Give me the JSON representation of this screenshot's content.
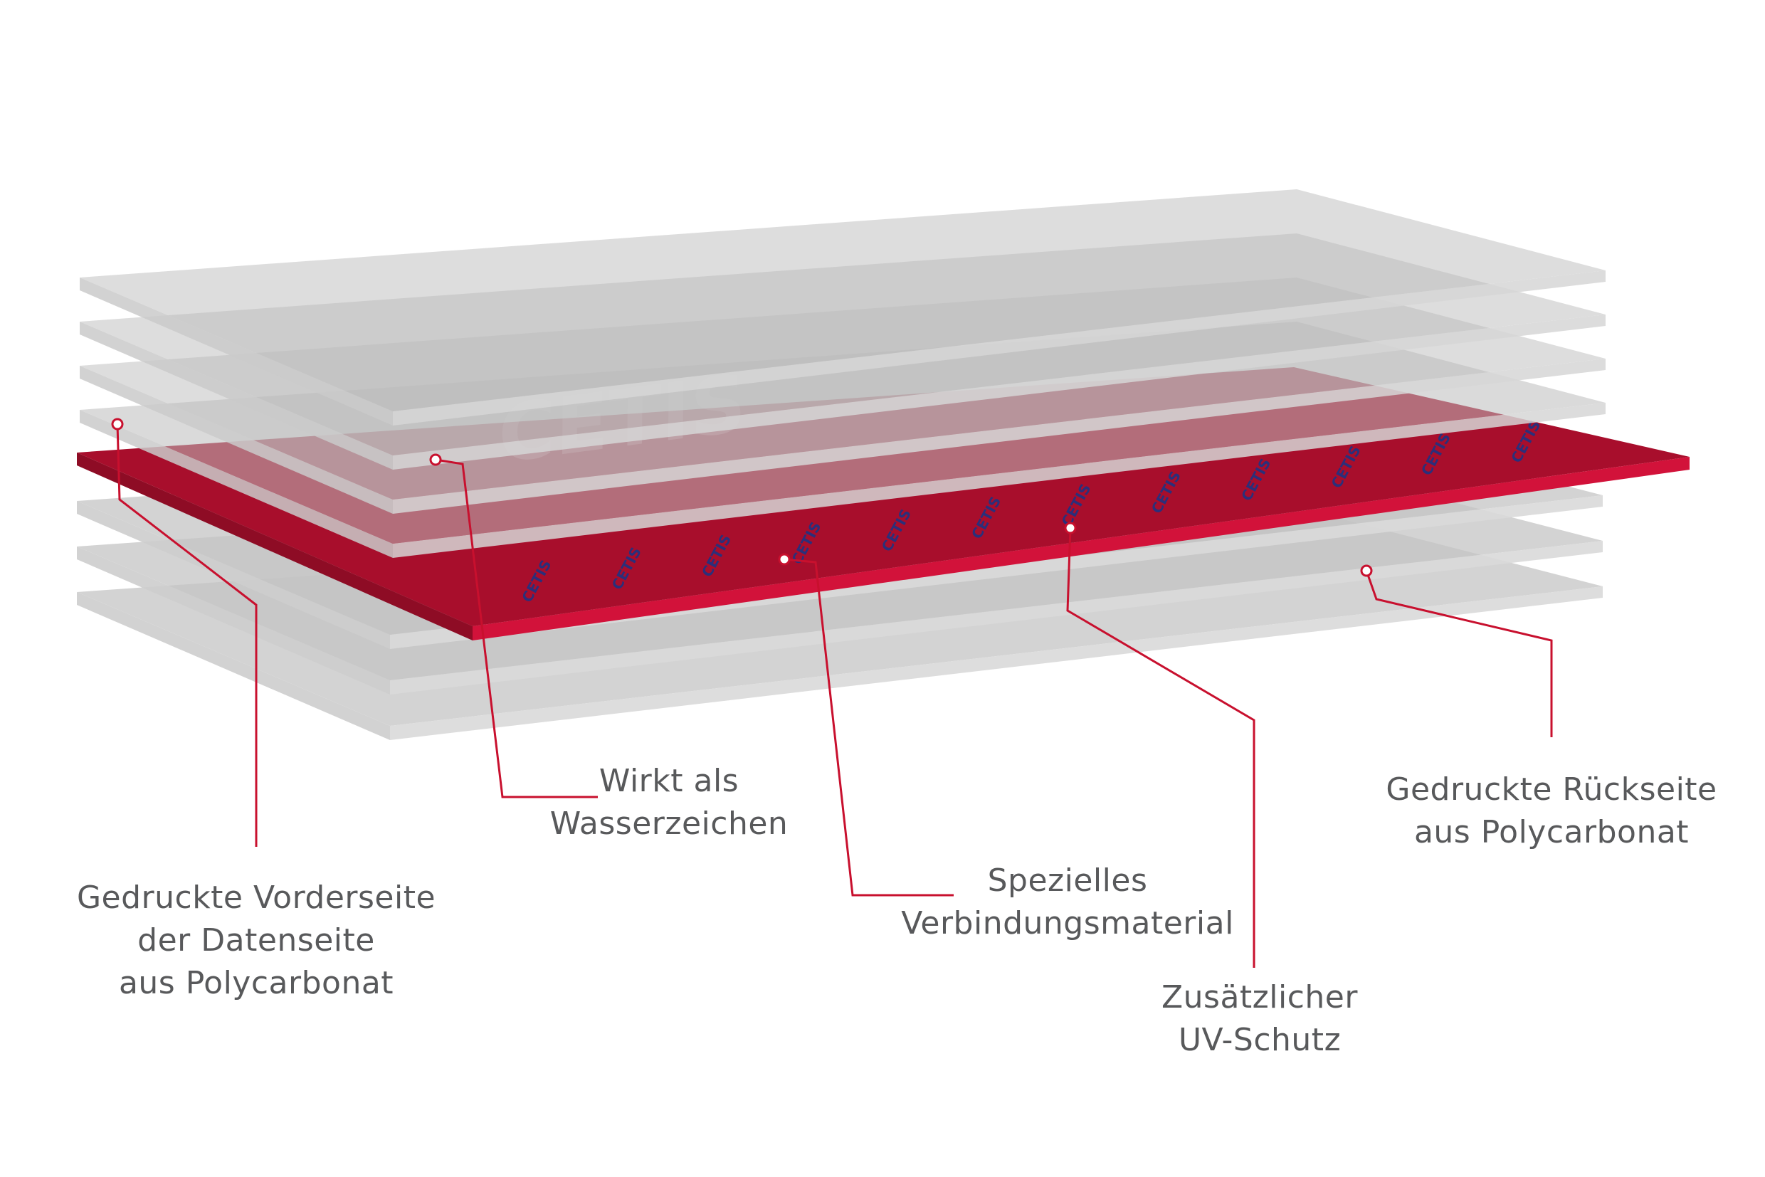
{
  "diagram": {
    "core_marking": "CETIS",
    "watermark_text": "CETIS",
    "colors": {
      "red_layer_top": "#a80e2c",
      "red_layer_front": "#d2123a",
      "grey_layer": "#bebebe",
      "leader_line": "#c8102e",
      "label_text": "#58595b",
      "marking_text": "#2b2f7a"
    }
  },
  "labels": {
    "front": {
      "line1": "Gedruckte Vorderseite",
      "line2": "der Datenseite",
      "line3": "aus Polycarbonat"
    },
    "watermark": {
      "line1": "Wirkt als",
      "line2": "Wasserzeichen"
    },
    "bonding": {
      "line1": "Spezielles",
      "line2": "Verbindungsmaterial"
    },
    "uv": {
      "line1": "Zusätzlicher",
      "line2": "UV-Schutz"
    },
    "back": {
      "line1": "Gedruckte Rückseite",
      "line2": "aus Polycarbonat"
    }
  }
}
